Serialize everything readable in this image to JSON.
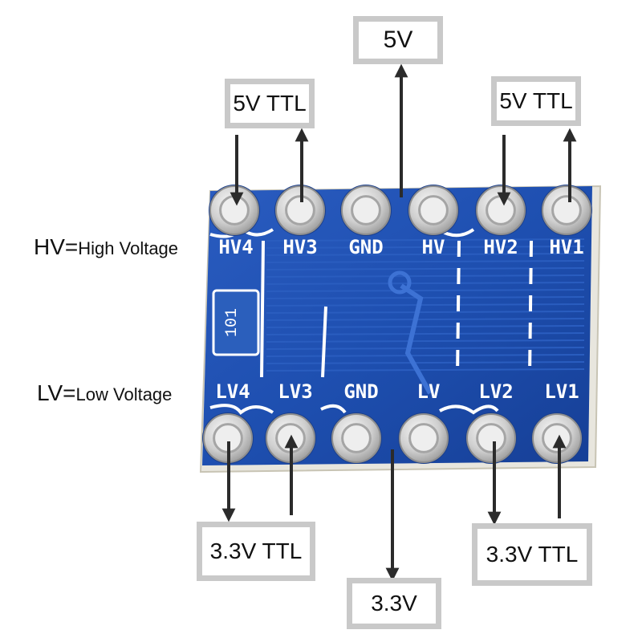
{
  "callouts": {
    "top_center": "5V",
    "top_left": "5V TTL",
    "top_right": "5V TTL",
    "bottom_left": "3.3V TTL",
    "bottom_center": "3.3V",
    "bottom_right": "3.3V TTL"
  },
  "legend": {
    "hv_abbr": "HV",
    "hv_eq": "=",
    "hv_text": "High Voltage",
    "lv_abbr": "LV",
    "lv_eq": "=",
    "lv_text": "Low Voltage"
  },
  "board": {
    "top_pins": [
      "HV4",
      "HV3",
      "GND",
      "HV",
      "HV2",
      "HV1"
    ],
    "bottom_pins": [
      "LV4",
      "LV3",
      "GND",
      "LV",
      "LV2",
      "LV1"
    ],
    "component_marking": "101"
  },
  "colors": {
    "board_blue": "#1e4fb0",
    "silkscreen": "#ffffff",
    "arrow": "#2b2b2b",
    "box_border": "#c9c9c9",
    "pad_silver": "#d8d8d8"
  }
}
